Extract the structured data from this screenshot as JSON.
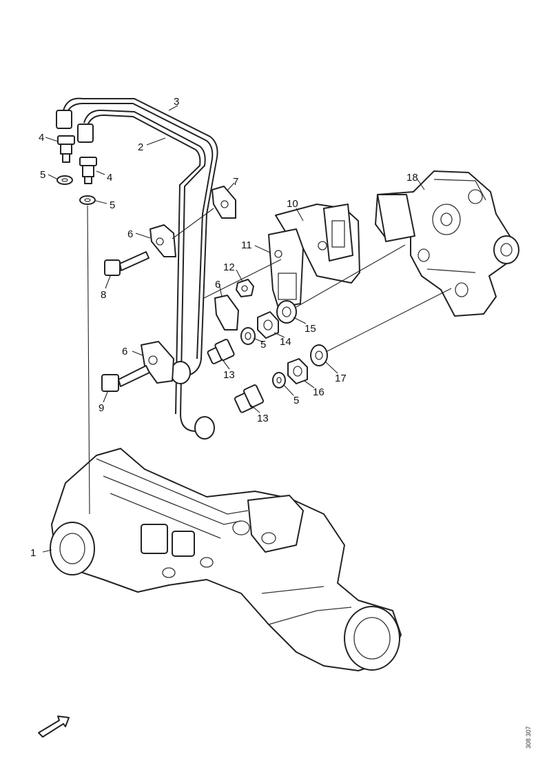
{
  "callouts": {
    "c1": "1",
    "c2": "2",
    "c3": "3",
    "c4a": "4",
    "c4b": "4",
    "c5a": "5",
    "c5b": "5",
    "c5c": "5",
    "c5d": "5",
    "c6a": "6",
    "c6b": "6",
    "c6c": "6",
    "c7": "7",
    "c8": "8",
    "c9": "9",
    "c10": "10",
    "c11": "11",
    "c12": "12",
    "c13a": "13",
    "c13b": "13",
    "c14": "14",
    "c15": "15",
    "c16": "16",
    "c17": "17",
    "c18": "18"
  },
  "reference_code": "308 307",
  "icons": {
    "direction_arrow": "front-direction-arrow-icon"
  }
}
